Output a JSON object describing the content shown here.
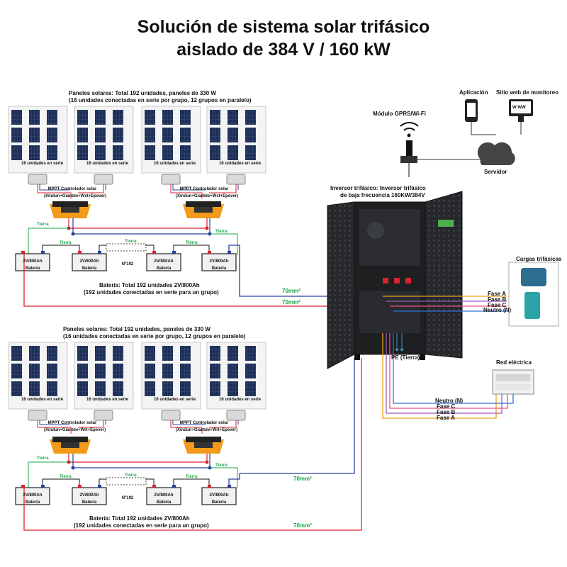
{
  "title": {
    "line1": "Solución de sistema solar trifásico",
    "line2": "aislado de 384 V / 160 kW"
  },
  "groups": [
    {
      "panels_label": "Paneles solares: Total 192 unidades, paneles de 330 W",
      "panels_sub": "(16 unidades conectadas en serie por grupo, 12 grupos en paralelo)",
      "string_label": "16 unidades en serie",
      "mppt_label": "MPPT Controlador solar",
      "mppt_brands": "(Xindun+Giantde+Wxt+Epever)",
      "earth_label": "Tierra",
      "battery_label": "2V/800Ah",
      "battery_word": "Batería",
      "battery_count": "Nº192",
      "battery_total": "Batería: Total 192 unidades 2V/800Ah",
      "battery_sub": "(192 unidades conectadas en serie para un grupo)",
      "cable": "70mm²"
    },
    {
      "panels_label": "Paneles solares: Total 192 unidades, paneles de 330 W",
      "panels_sub": "(16 unidades conectadas en serie por grupo, 12 grupos en paralelo)",
      "string_label": "16 unidades en serie",
      "mppt_label": "MPPT Controlador solar",
      "mppt_brands": "(Xindun+Giantde+Wrt+Epever)",
      "earth_label": "Tierra",
      "battery_label": "2V/800Ah",
      "battery_word": "Batería",
      "battery_count": "Nº192",
      "battery_total": "Batería: Total 192 unidades 2V/800Ah",
      "battery_sub": "(192 unidades conectadas en serie para un grupo)",
      "cable": "70mm²"
    }
  ],
  "monitoring": {
    "gprs": "Módulo GPRS/Wi-Fi",
    "app": "Aplicación",
    "web": "Sitio web de monitoreo",
    "web_screen": "W  WW",
    "server": "Servidor"
  },
  "inverter": {
    "line1": "Inversor trifásico: Inversor trifásico",
    "line2": "de baja frecuencia 160KW/384V",
    "pe": "PE (Tierra)"
  },
  "loads": {
    "title": "Cargas trifásicas",
    "phases": [
      "Fase A",
      "Fase B",
      "Fase C",
      "Neutro (N)"
    ]
  },
  "grid": {
    "title": "Red eléctrica",
    "phases": [
      "Neutro (N)",
      "Fase C",
      "Fase B",
      "Fase A"
    ]
  },
  "colors": {
    "positive": "#d9232d",
    "negative": "#2a3fa0",
    "earth": "#18a64a",
    "phase_a": "#e8a317",
    "phase_b": "#9b59b6",
    "phase_c": "#e75480",
    "neutral": "#2f6fd6",
    "cabinet": "#1e1f21",
    "mppt": "#f29a1a"
  }
}
